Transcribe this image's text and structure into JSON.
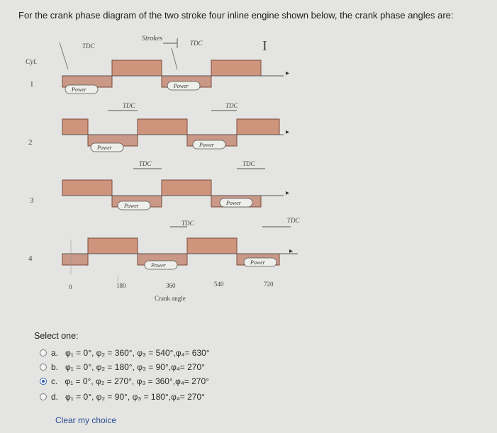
{
  "question": {
    "text": "For the crank phase diagram of the two stroke four inline engine shown below, the crank phase angles are:"
  },
  "diagram": {
    "strokes_label": "Strokes",
    "stroke_marker": "I",
    "cyl_label": "Cyl.",
    "cyl_numbers": [
      "1",
      "2",
      "3",
      "4"
    ],
    "tdc_label": "TDC",
    "power_label": "Power",
    "crank_angle_label": "Crank angle",
    "angle_ticks": [
      "0",
      "180",
      "360",
      "540",
      "720"
    ]
  },
  "answers": {
    "select_one": "Select one:",
    "options": [
      {
        "letter": "a.",
        "text": "φ₁ = 0°, φ₂ = 360°, φ₃ = 540°,φ₄= 630°",
        "checked": false
      },
      {
        "letter": "b.",
        "text": "φ₁ = 0°, φ₂ = 180°, φ₃ = 90°,φ₄= 270°",
        "checked": false
      },
      {
        "letter": "c.",
        "text": "φ₁ = 0°, φ₂ = 270°, φ₃ = 360°,φ₄= 270°",
        "checked": true
      },
      {
        "letter": "d.",
        "text": "φ₁ = 0°, φ₂ = 90°, φ₃ = 180°,φ₄= 270°",
        "checked": false
      }
    ],
    "clear": "Clear my choice"
  }
}
